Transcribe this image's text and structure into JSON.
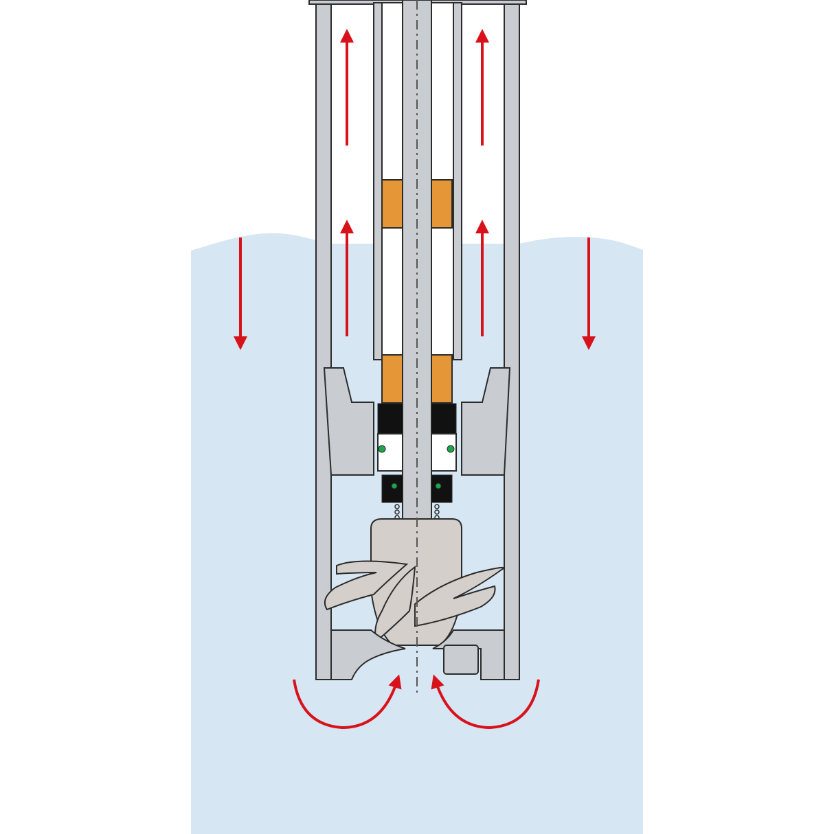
{
  "diagram": {
    "kind": "vertical-pump-cross-section",
    "labels": [],
    "colors": {
      "background": "#ffffff",
      "water": "#d6e6f2",
      "casing": "#c9cdd1",
      "outline": "#2b2b2b",
      "bearing": "#e59636",
      "seal": "#111111",
      "seal_accent": "#1aa64a",
      "impeller": "#d4cfcb",
      "flow_arrow": "#d8121b",
      "shaft_centerline": "#555555"
    },
    "components": [
      {
        "name": "water-sump"
      },
      {
        "name": "outer-casing"
      },
      {
        "name": "column-pipe"
      },
      {
        "name": "drive-shaft"
      },
      {
        "name": "upper-bearing"
      },
      {
        "name": "lower-bearing"
      },
      {
        "name": "mechanical-seal"
      },
      {
        "name": "motor-mount-flange"
      },
      {
        "name": "impeller"
      },
      {
        "name": "suction-bell"
      }
    ],
    "flow": {
      "upward_in_column": 4,
      "downward_in_sump": 2,
      "inlet_curves": 2
    }
  }
}
